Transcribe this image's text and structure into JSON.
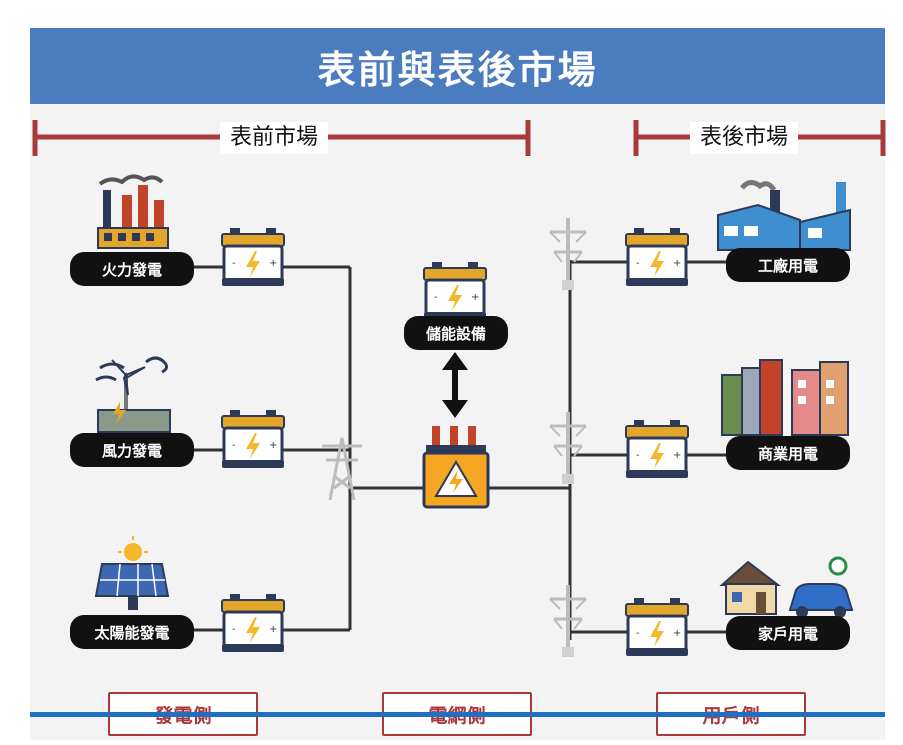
{
  "title": "表前與表後市場",
  "front_market_label": "表前市場",
  "behind_market_label": "表後市場",
  "generation": {
    "thermal": "火力發電",
    "wind": "風力發電",
    "solar": "太陽能發電"
  },
  "storage_label": "儲能設備",
  "users": {
    "industrial": "工廠用電",
    "commercial": "商業用電",
    "residential": "家戶用電"
  },
  "sides": {
    "generation": "發電側",
    "grid": "電網側",
    "user": "用戶側"
  },
  "colors": {
    "title_bg": "#4a7cbf",
    "bracket": "#a83a3a",
    "battery_top": "#e4a52b",
    "battery_body": "#2d3a57",
    "transformer": "#f5a623"
  }
}
